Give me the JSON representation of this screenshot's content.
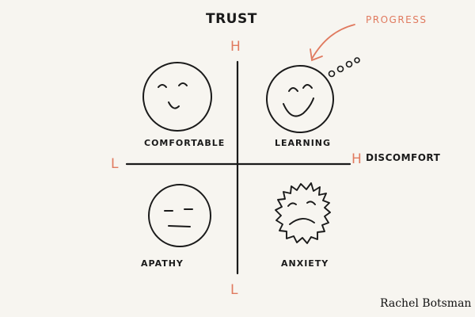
{
  "title": "TRUST",
  "progress_label": "PROGRESS",
  "axis": {
    "vertical_high": "H",
    "vertical_low": "L",
    "horizontal_low": "L",
    "horizontal_high": "H",
    "horizontal_title": "DISCOMFORT"
  },
  "quadrants": [
    {
      "label": "COMFORTABLE",
      "face": "smile-icon"
    },
    {
      "label": "LEARNING",
      "face": "big-smile-icon"
    },
    {
      "label": "APATHY",
      "face": "neutral-face-icon"
    },
    {
      "label": "ANXIETY",
      "face": "anxious-face-icon"
    }
  ],
  "credit": "Rachel Botsman",
  "colors": {
    "ink": "#1a1a1a",
    "accent": "#e07a5f",
    "background": "#f7f5f0"
  }
}
